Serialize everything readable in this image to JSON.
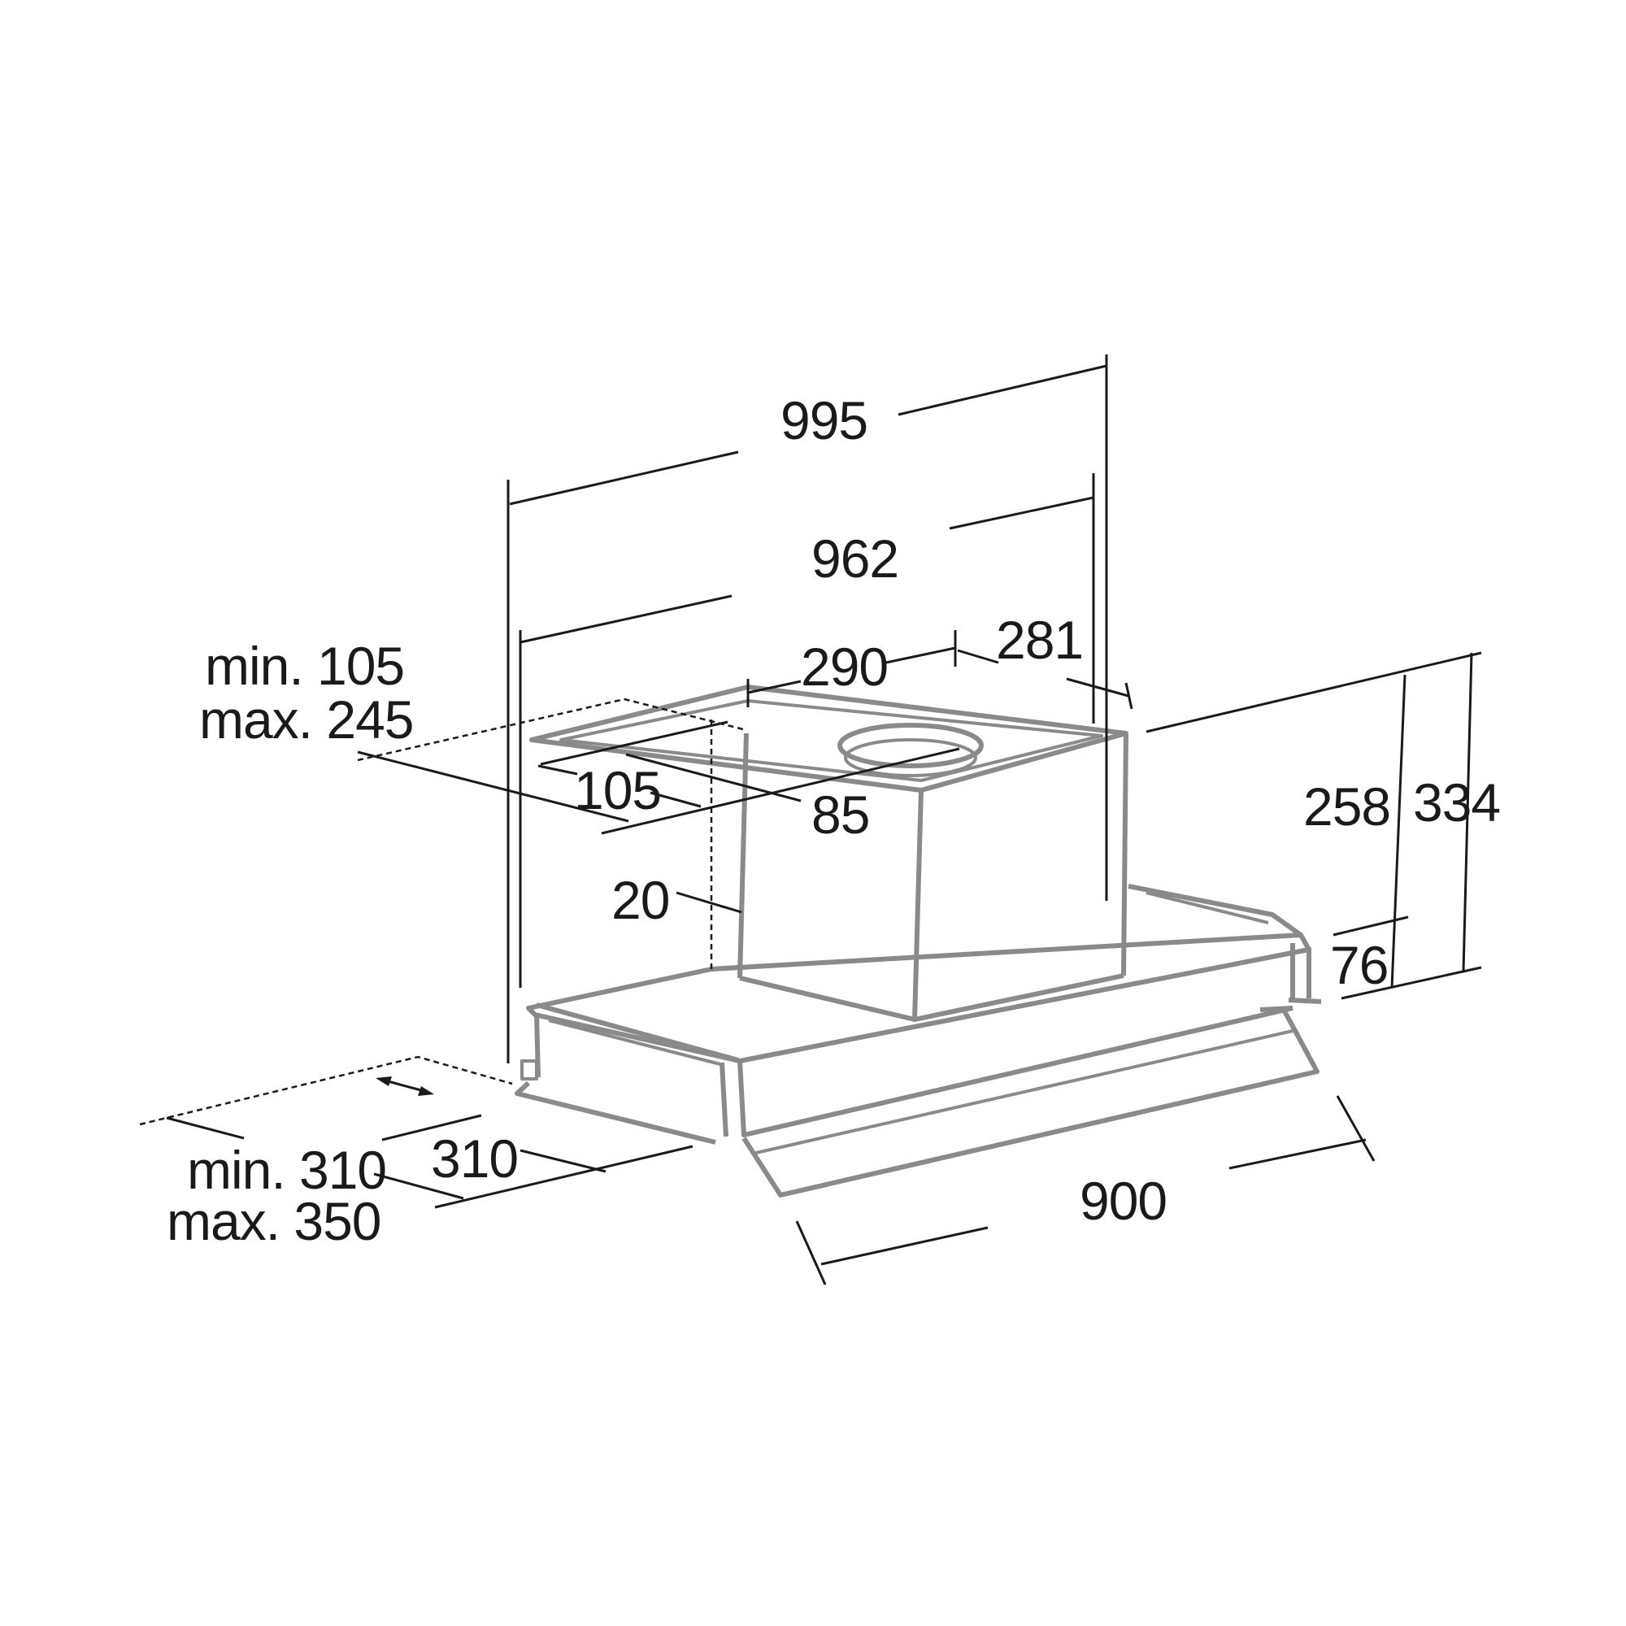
{
  "dimensions": {
    "width_outer": "995",
    "width_inner": "962",
    "chimney_width": "290",
    "chimney_offset": "281",
    "chimney_depth": "105",
    "chimney_front_offset": "85",
    "wall_gap": "20",
    "height_body": "258",
    "height_total": "334",
    "height_front": "76",
    "depth_panel": "310",
    "width_front": "900",
    "top_min": "min. 105",
    "top_max": "max. 245",
    "bottom_min": "min. 310",
    "bottom_max": "max. 350"
  },
  "colors": {
    "dimension_lines": "#1a1a1a",
    "appliance_outline": "#8a8a8a",
    "background": "#ffffff"
  }
}
